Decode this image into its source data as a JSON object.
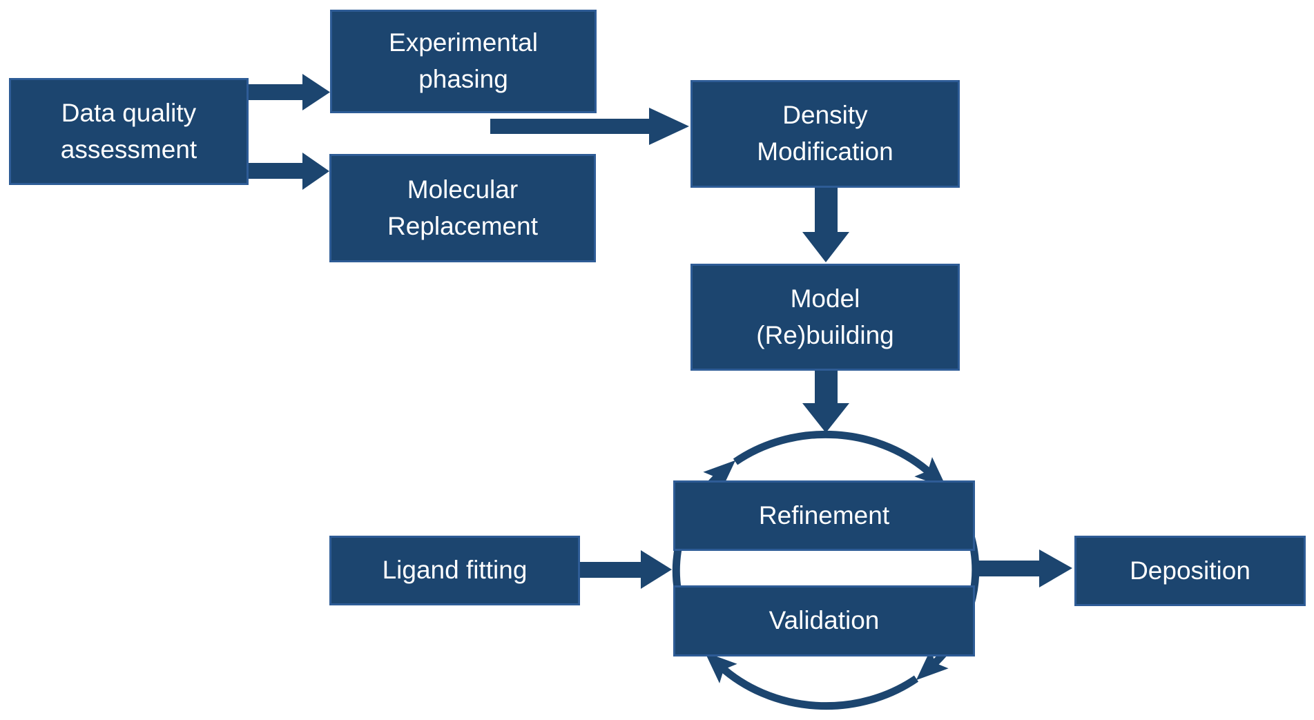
{
  "colors": {
    "box_fill": "#1c456f",
    "box_border": "#2e5c96",
    "arrow": "#1c456f",
    "text": "#ffffff",
    "background": "#ffffff"
  },
  "nodes": {
    "data_quality": {
      "label": "Data quality\nassessment"
    },
    "experimental_phasing": {
      "label": "Experimental\nphasing"
    },
    "molecular_replacement": {
      "label": "Molecular\nReplacement"
    },
    "density_modification": {
      "label": "Density\nModification"
    },
    "model_rebuilding": {
      "label": "Model\n(Re)building"
    },
    "refinement": {
      "label": "Refinement"
    },
    "validation": {
      "label": "Validation"
    },
    "ligand_fitting": {
      "label": "Ligand fitting"
    },
    "deposition": {
      "label": "Deposition"
    }
  },
  "cycle": {
    "members": [
      "Refinement",
      "Validation"
    ],
    "direction": "clockwise"
  },
  "edges": [
    {
      "from": "data_quality",
      "to": "experimental_phasing"
    },
    {
      "from": "data_quality",
      "to": "molecular_replacement"
    },
    {
      "from": "experimental_phasing_or_molecular_replacement",
      "to": "density_modification"
    },
    {
      "from": "density_modification",
      "to": "model_rebuilding"
    },
    {
      "from": "model_rebuilding",
      "to": "refinement_validation_cycle"
    },
    {
      "from": "ligand_fitting",
      "to": "refinement_validation_cycle"
    },
    {
      "from": "refinement_validation_cycle",
      "to": "deposition"
    }
  ]
}
